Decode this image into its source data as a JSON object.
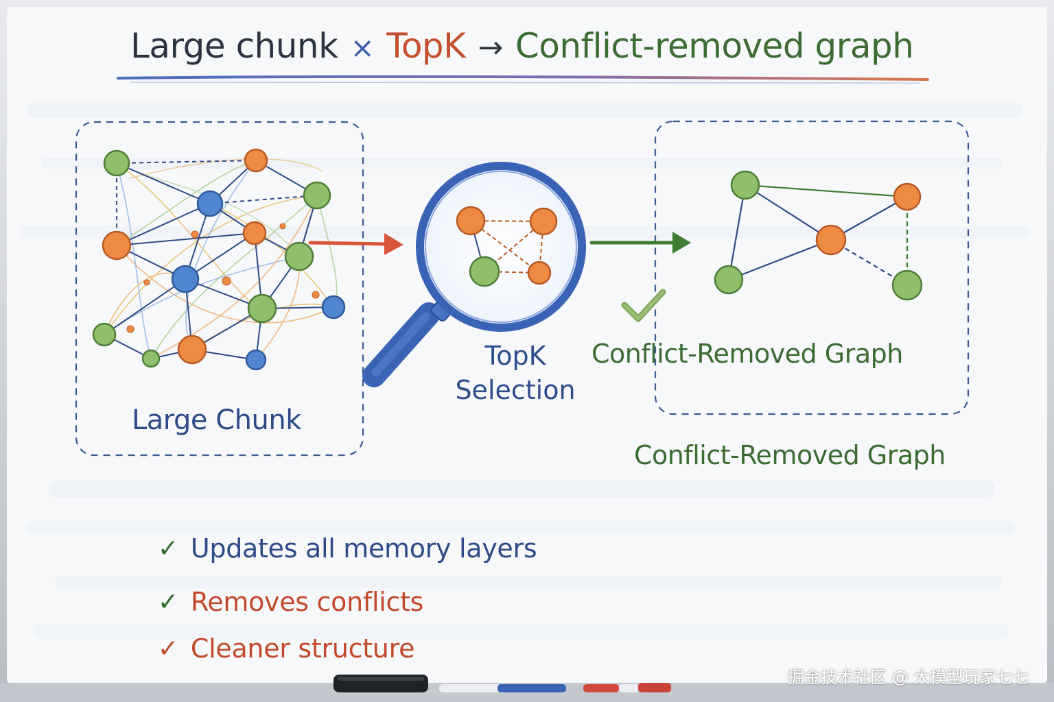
{
  "title": {
    "part1": "Large chunk",
    "times": "×",
    "part2": "TopK",
    "arrow": "→",
    "part3": "Conflict-removed graph"
  },
  "panels": {
    "large_chunk": {
      "label": "Large Chunk"
    },
    "topk": {
      "label_line1": "TopK",
      "label_line2": "Selection"
    },
    "conflict_removed": {
      "inner_label": "Conflict-Removed Graph",
      "outer_label": "Conflict-Removed Graph"
    }
  },
  "bullets": [
    {
      "check": "✓",
      "text": "Updates all memory layers"
    },
    {
      "check": "✓",
      "text": "Removes conflicts"
    },
    {
      "check": "✓",
      "text": "Cleaner structure"
    }
  ],
  "watermark": "掘金技术社区 @ 大模型玩家七七",
  "colors": {
    "node_green": "#8fbf6a",
    "node_orange": "#ef8a43",
    "node_blue": "#4f86cf",
    "arrow_red": "#d9553a",
    "arrow_green": "#3f7d32",
    "magnifier_blue": "#3b63b5",
    "board_white": "#f7f9fb",
    "frame_gray": "#b8bcc2"
  },
  "icons": [
    "magnifier-icon",
    "check-icon",
    "marker-icon",
    "eraser-icon"
  ]
}
